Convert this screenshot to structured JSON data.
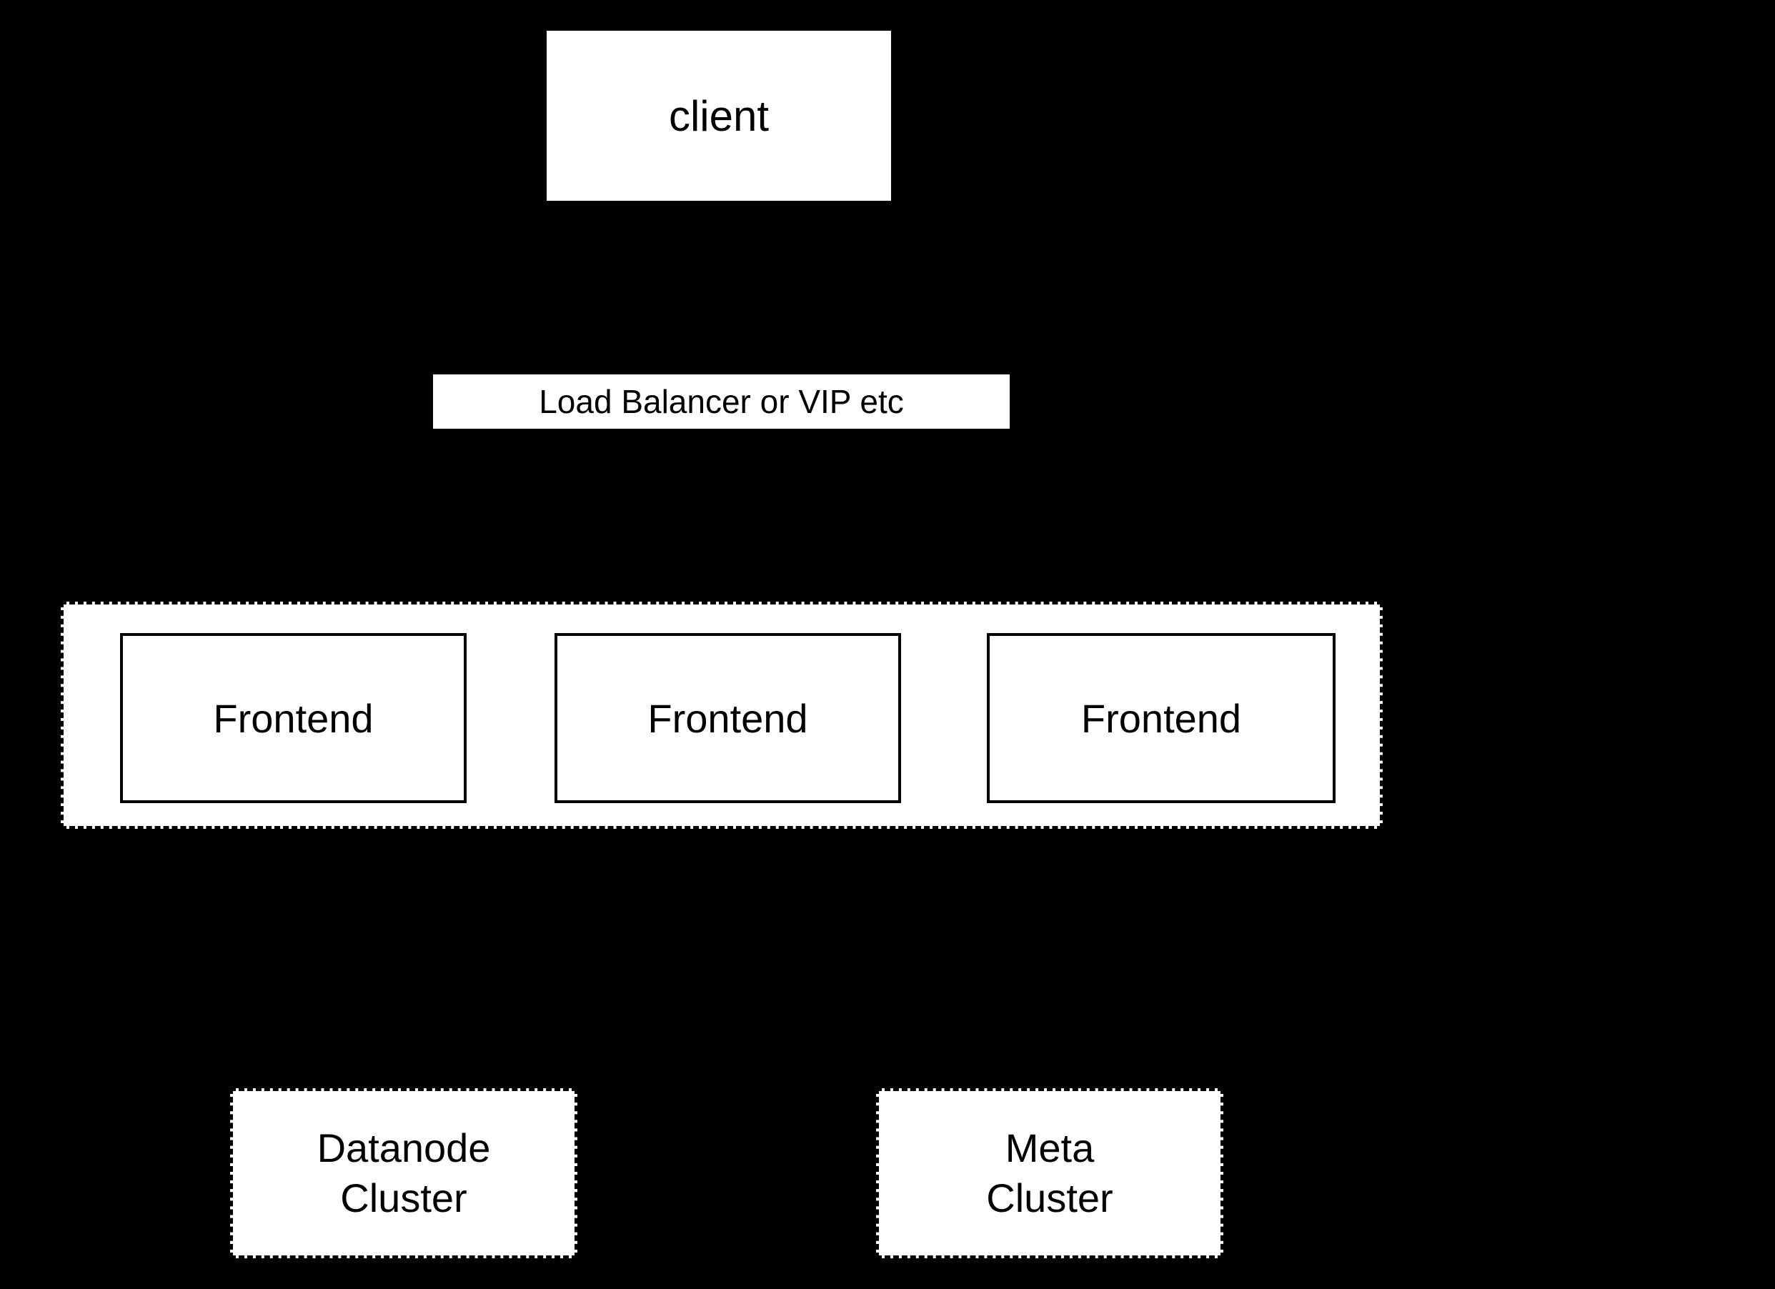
{
  "colors": {
    "background": "#000000",
    "box_fill": "#ffffff",
    "border": "#000000",
    "text": "#000000"
  },
  "boxes": {
    "client": {
      "label": "client"
    },
    "load_balancer": {
      "label": "Load Balancer or VIP etc"
    },
    "frontends": [
      {
        "label": "Frontend"
      },
      {
        "label": "Frontend"
      },
      {
        "label": "Frontend"
      }
    ],
    "clusters": [
      {
        "lines": [
          "Datanode",
          "Cluster"
        ]
      },
      {
        "lines": [
          "Meta",
          "Cluster"
        ]
      }
    ]
  }
}
